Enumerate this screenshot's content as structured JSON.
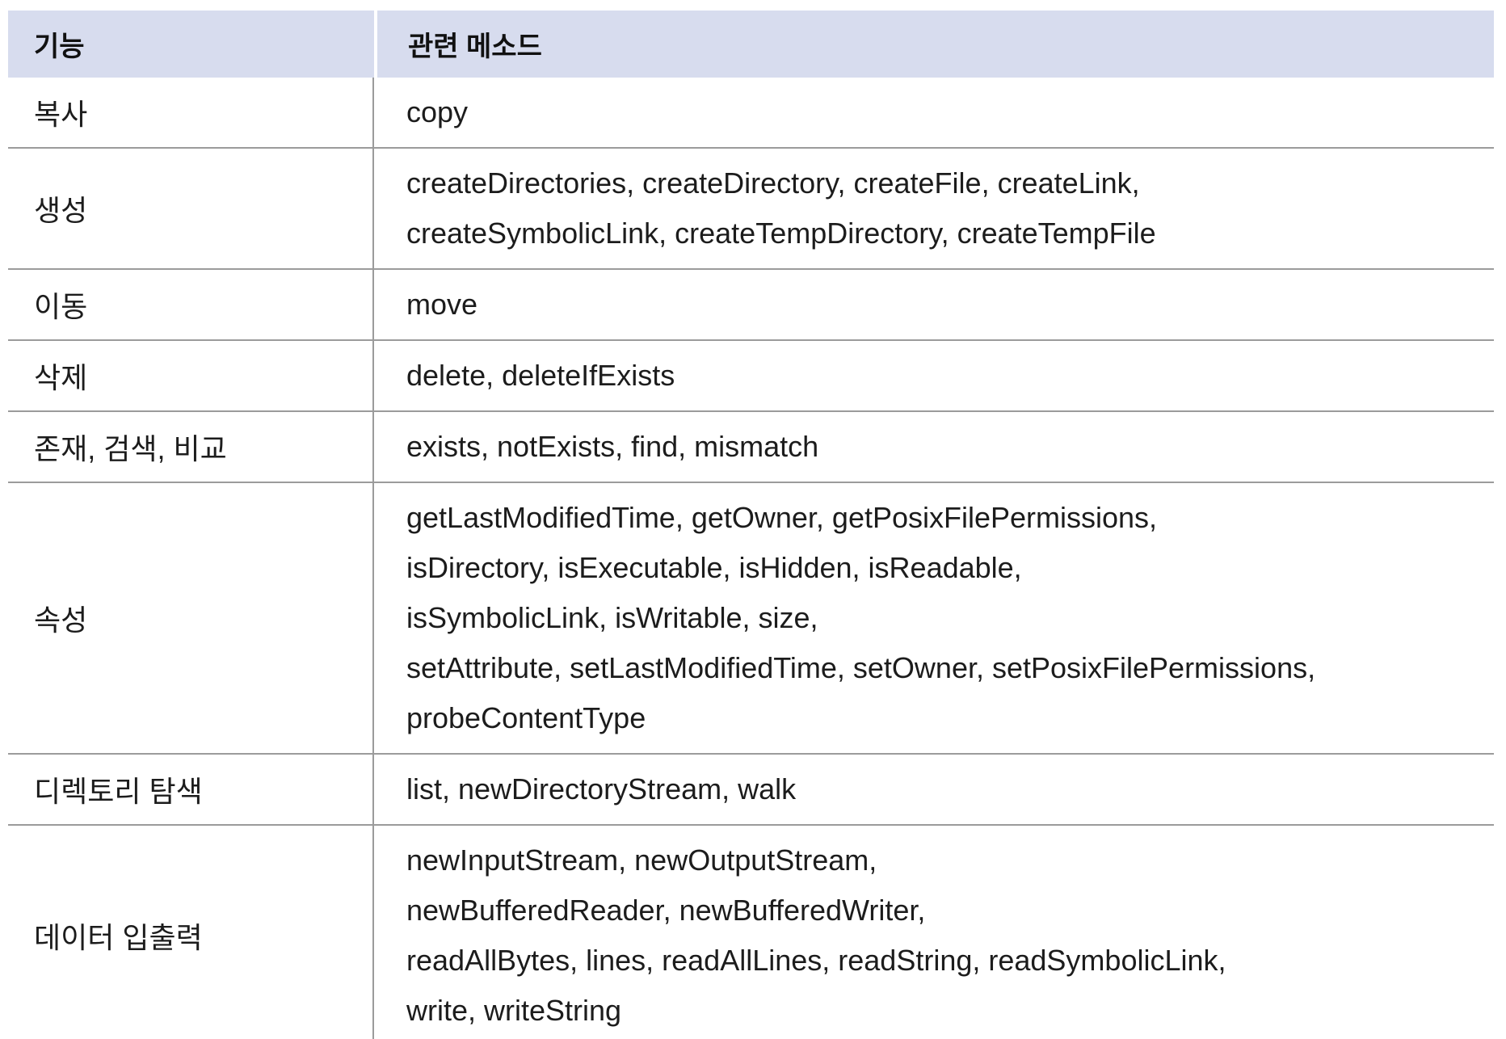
{
  "table": {
    "headers": [
      {
        "label": "기능"
      },
      {
        "label": "관련 메소드"
      }
    ],
    "rows": [
      {
        "function": "복사",
        "methods": [
          "copy"
        ]
      },
      {
        "function": "생성",
        "methods": [
          "createDirectories, createDirectory, createFile, createLink,",
          "createSymbolicLink, createTempDirectory, createTempFile"
        ]
      },
      {
        "function": "이동",
        "methods": [
          "move"
        ]
      },
      {
        "function": "삭제",
        "methods": [
          "delete, deleteIfExists"
        ]
      },
      {
        "function": "존재, 검색, 비교",
        "methods": [
          "exists, notExists, find, mismatch"
        ]
      },
      {
        "function": "속성",
        "methods": [
          "getLastModifiedTime, getOwner, getPosixFilePermissions,",
          "isDirectory, isExecutable, isHidden, isReadable,",
          "isSymbolicLink, isWritable, size,",
          "setAttribute, setLastModifiedTime, setOwner, setPosixFilePermissions,",
          "probeContentType"
        ]
      },
      {
        "function": "디렉토리 탐색",
        "methods": [
          "list, newDirectoryStream, walk"
        ]
      },
      {
        "function": "데이터 입출력",
        "methods": [
          "newInputStream, newOutputStream,",
          "newBufferedReader, newBufferedWriter,",
          "readAllBytes, lines, readAllLines, readString, readSymbolicLink,",
          "write, writeString"
        ]
      }
    ],
    "colors": {
      "header_bg": "#d7dcee",
      "grid_line": "#9b9b9b",
      "grid_strong": "#8f8f8f",
      "text": "#1c1c1c"
    }
  }
}
